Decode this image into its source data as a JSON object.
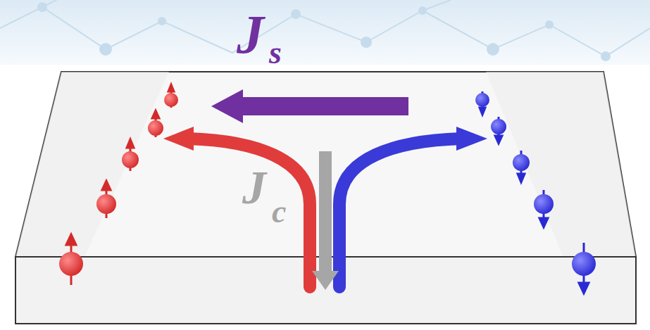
{
  "diagram": {
    "labels": [
      "J",
      "s",
      "J",
      "c"
    ]
  }
}
